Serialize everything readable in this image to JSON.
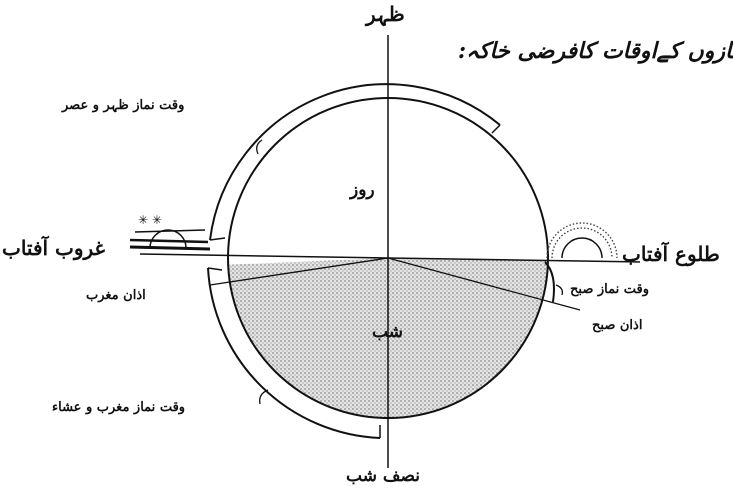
{
  "diagram": {
    "title": "نمازوں کےاوقات کافرضی خاکہ:",
    "top_label": "ظہر",
    "bottom_label": "نصف شب",
    "day_label": "روز",
    "night_label": "شب",
    "sunrise_label": "طلوع آفتاب",
    "sunset_label": "غروب آفتاب",
    "labels": {
      "zuhr_asr": "وقت نماز ظہر و عصر",
      "maghrib_adhan": "اذان مغرب",
      "fajr_time": "وقت نماز صبح",
      "fajr_adhan": "اذان صبح",
      "maghrib_isha": "وقت نماز مغرب و عشاء"
    },
    "colors": {
      "ink": "#111111",
      "night_fill": "#d6d6d6"
    }
  }
}
